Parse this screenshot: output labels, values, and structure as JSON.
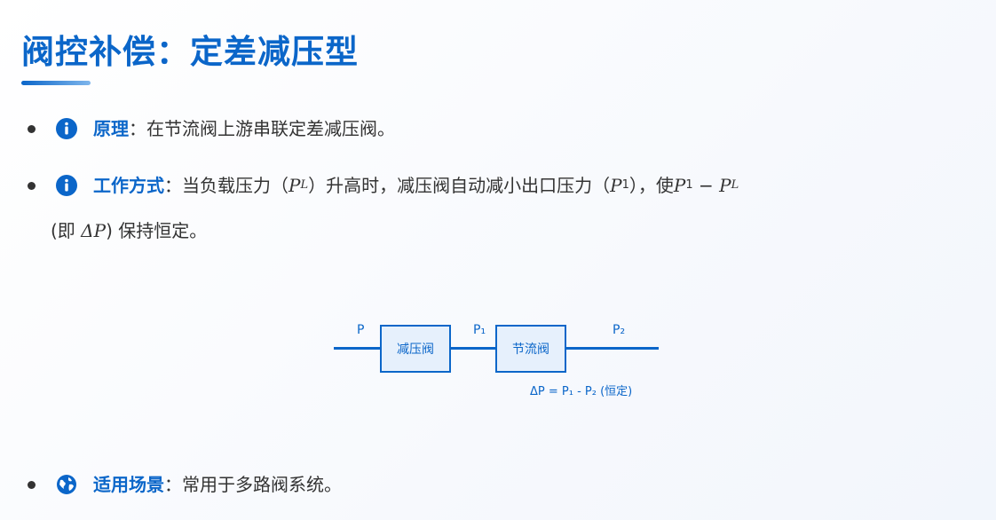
{
  "title": "阀控补偿：定差减压型",
  "items": [
    {
      "icon": "info-icon",
      "label": "原理",
      "sep": "：",
      "text": "在节流阀上游串联定差减压阀。"
    },
    {
      "icon": "info-icon",
      "label": "工作方式",
      "sep": "：",
      "text_a": "当负载压力（",
      "math_PL": "P",
      "sub_L": "L",
      "text_b": "）升高时，减压阀自动减小出口压力（",
      "math_P1": "P",
      "sub_1": "1",
      "text_c": "），使 ",
      "math_P1b": "P",
      "sub_1b": "1",
      "minus": " − ",
      "math_PLb": "P",
      "sub_Lb": "L",
      "cont_a": "(即 ",
      "math_dP": "ΔP",
      "cont_b": ") 保持恒定。"
    },
    {
      "icon": "globe-icon",
      "label": "适用场景",
      "sep": "：",
      "text": "常用于多路阀系统。"
    }
  ],
  "diagram": {
    "label_p": "P",
    "label_p1": "P₁",
    "label_p2": "P₂",
    "box1": "减压阀",
    "box2": "节流阀",
    "formula": "ΔP = P₁ - P₂ (恒定)"
  }
}
